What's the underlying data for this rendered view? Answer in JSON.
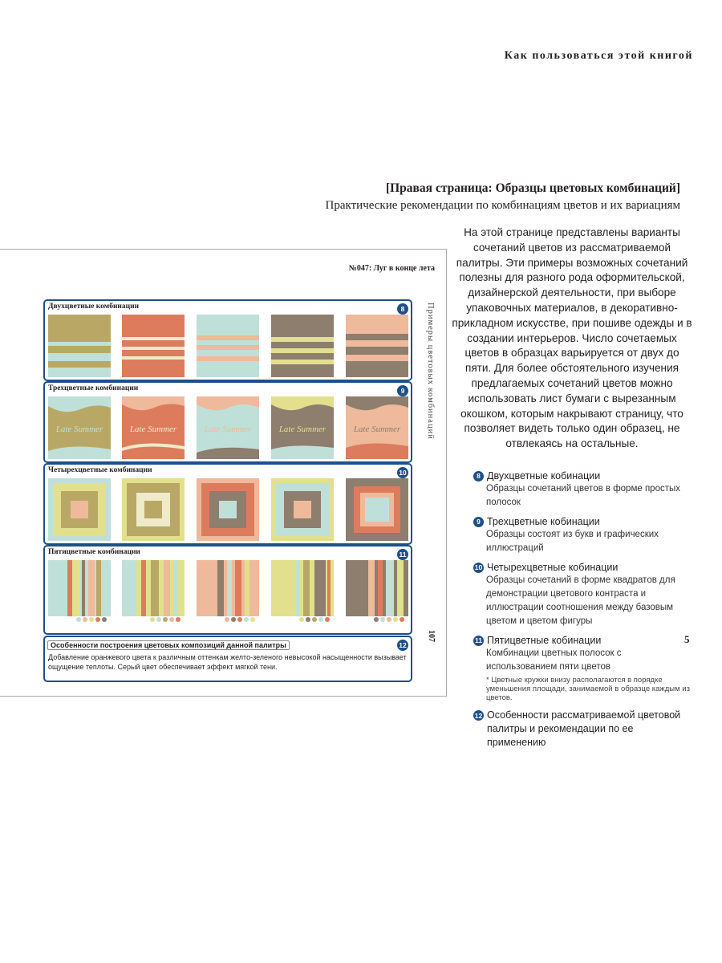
{
  "running_head": "Как пользоваться этой книгой",
  "section": {
    "title": "[Правая страница: Образцы цветовых комбинаций]",
    "subtitle": "Практические рекомендации по комбинациям цветов и их вариациям"
  },
  "intro_text": "На этой странице представлены варианты сочетаний цветов из рассматриваемой палитры. Эти примеры возможных сочетаний полезны для разного рода оформительской, дизайнерской деятельности, при выборе упаковочных материалов, в декоративно-прикладном искусстве, при пошиве одежды и в создании интерьеров. Число сочетаемых цветов в образцах варьируется от двух до пяти. Для более обстоятельного изучения предлагаемых сочетаний цветов можно использовать лист бумаги с вырезанным окошком, которым накрывают страницу, что позволяет видеть только один образец, не отвлекаясь на остальные.",
  "page_number": "5",
  "colors": {
    "olive": "#b9a865",
    "coral": "#dc7c5c",
    "mint": "#bfe0d8",
    "taupe": "#8d7e6d",
    "peach": "#efb99b",
    "yellow": "#e2e08d",
    "accent": "#1d4f8b"
  },
  "panel": {
    "title": "№047: Луг в конце лета",
    "vertical_title": "Примеры цветовых комбинаций",
    "vertical_page_num": "107",
    "sections": [
      {
        "label": "Двухцветные комбинации",
        "badge": "8"
      },
      {
        "label": "Трехцветные комбинации",
        "badge": "9",
        "sample_text": "Late Summer"
      },
      {
        "label": "Четырехцветные комбинации",
        "badge": "10"
      },
      {
        "label": "Пятицветные комбинации",
        "badge": "11"
      }
    ],
    "features": {
      "badge": "12",
      "label": "Особенности построения цветовых композиций данной палитры",
      "text": "Добавление оранжевого цвета к различным оттенкам желто-зеленого невысокой насыщенности вызывает ощущение теплоты. Серый цвет обеспечивает эффект мягкой тени."
    }
  },
  "legend": [
    {
      "badge": "8",
      "title": "Двухцветные кобинации",
      "desc": "Образцы сочетаний цветов в форме простых полосок"
    },
    {
      "badge": "9",
      "title": "Трехцветные кобинации",
      "desc": "Образцы состоят из букв и графических иллюстраций"
    },
    {
      "badge": "10",
      "title": "Четырехцветные кобинации",
      "desc": "Образцы сочетаний в форме квадратов для демонстрации цветового контраста и иллюстрации соотношения между базовым цветом и цветом фигуры"
    },
    {
      "badge": "11",
      "title": "Пятицветные кобинации",
      "desc": "Комбинации цветных полосок с использованием пяти цветов",
      "note": "* Цветные кружки внизу располагаются в порядке уменьшения площади, занимаемой в образце каждым из цветов."
    },
    {
      "badge": "12",
      "title": "Особенности рассматриваемой цветовой палитры и рекомендации по ее применению",
      "desc": ""
    }
  ]
}
